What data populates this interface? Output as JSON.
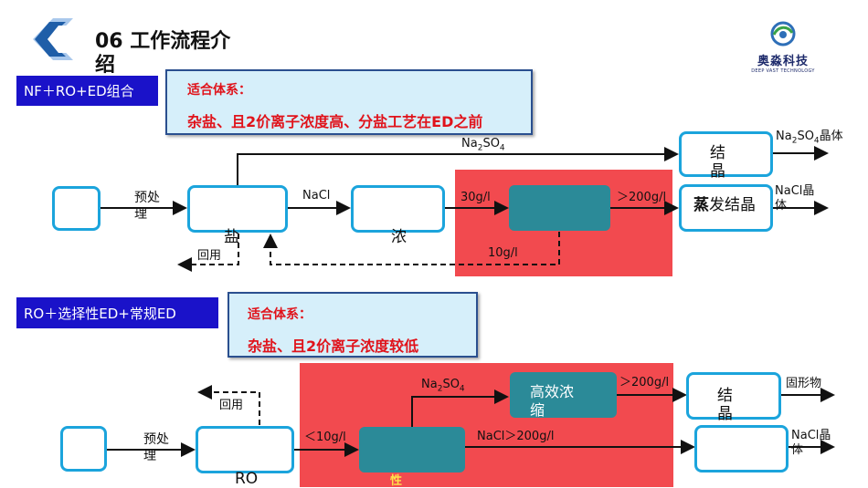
{
  "header": {
    "title_line1": "06 工作流程介",
    "title_line2": "绍",
    "logo_cn": "奥淼科技",
    "logo_en": "DEEP VAST TECHNOLOGY"
  },
  "colors": {
    "combo_label_bg": "#1a12c9",
    "note_bg": "#d6effa",
    "note_text": "#e0131b",
    "node_border": "#1ba4dc",
    "teal_node": "#2b8a98",
    "red_zone": "#f24a4f"
  },
  "process1": {
    "combo_label": "NF＋RO+ED组合",
    "note_heading": "适合体系：",
    "note_body": "杂盐、且2价离子浓度高、分盐工艺在ED之前",
    "step_pretreat": "预处理",
    "nacl_flow": "NaCl",
    "concentration_in": "30g/l",
    "concentration_out": "＞200g/l",
    "concentration_return": "10g/l",
    "na2so4_flow_main": "Na",
    "na2so4_flow_sub2": "2",
    "na2so4_flow_mid": "SO",
    "na2so4_flow_sub4": "4",
    "node_nanofiltration_partial": "盐",
    "node_ro_partial": "浓",
    "node_crystal_top": "结晶",
    "node_evap_bold": "蒸",
    "node_evap_rest": "发结晶",
    "out_top_sub2": "2",
    "out_top_sub4": "4",
    "out_top_rest": "晶体",
    "out_bottom": "NaCl晶体",
    "recycle": "回用"
  },
  "process2": {
    "combo_label": "RO＋选择性ED+常规ED",
    "note_heading": "适合体系：",
    "note_body": "杂盐、且2价离子浓度较低",
    "step_pretreat": "预处理",
    "node_ro_partial": "RO",
    "concentration_in": "＜10g/l",
    "node_selective_partial": "性",
    "node_hec_line1": "高效浓",
    "node_hec_line2": "缩",
    "concentration_out_top": "＞200g/l",
    "nacl_out_label": "NaCl＞200g/l",
    "node_crystal_top": "结晶",
    "out_top": "固形物",
    "out_bottom": "NaCl晶体",
    "recycle": "回用"
  }
}
